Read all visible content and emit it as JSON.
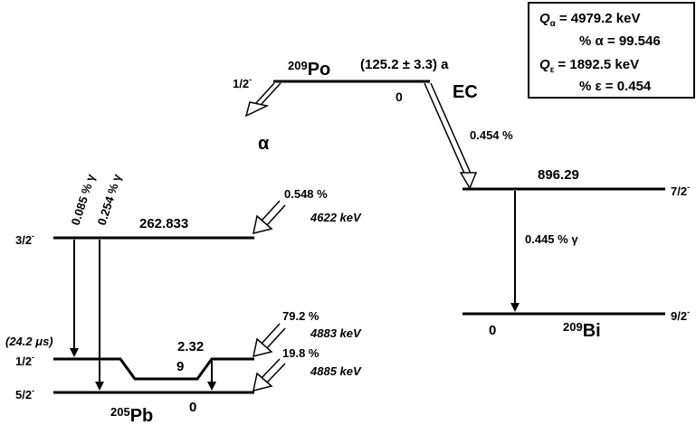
{
  "parent": {
    "symbol": "Po",
    "mass": "209",
    "spin": "1/2",
    "spin_parity": "-",
    "half_life": "(125.2 ± 3.3) a",
    "level_energy": "0"
  },
  "decay_modes": {
    "alpha": {
      "label": "α"
    },
    "ec": {
      "label": "EC",
      "branch": "0.454 %"
    }
  },
  "q_box": {
    "q_alpha_symbol": "Q",
    "q_alpha_sub": "α",
    "q_alpha_value": "= 4979.2 keV",
    "alpha_percent": "% α = 99.546",
    "q_ec_symbol": "Q",
    "q_ec_sub": "ε",
    "q_ec_value": "= 1892.5 keV",
    "ec_percent": "% ε = 0.454"
  },
  "pb205": {
    "symbol": "Pb",
    "mass": "205",
    "levels": [
      {
        "spin": "3/2",
        "parity": "-",
        "energy": "262.833",
        "feed": "0.548 %",
        "alpha_energy": "4622 keV"
      },
      {
        "spin": "1/2",
        "parity": "-",
        "energy": "2.32",
        "energy2": "9",
        "half_life": "(24.2 μs)",
        "feed": "79.2 %",
        "alpha_energy": "4883 keV"
      },
      {
        "spin": "5/2",
        "parity": "-",
        "energy": "0",
        "feed": "19.8 %",
        "alpha_energy": "4885 keV"
      }
    ],
    "gammas": [
      {
        "label": "0.085 % γ"
      },
      {
        "label": "0.254 % γ"
      }
    ]
  },
  "bi209": {
    "symbol": "Bi",
    "mass": "209",
    "levels": [
      {
        "spin": "7/2",
        "parity": "-",
        "energy": "896.29"
      },
      {
        "spin": "9/2",
        "parity": "-",
        "energy": "0"
      }
    ],
    "gamma": {
      "label": "0.445 % γ"
    }
  }
}
